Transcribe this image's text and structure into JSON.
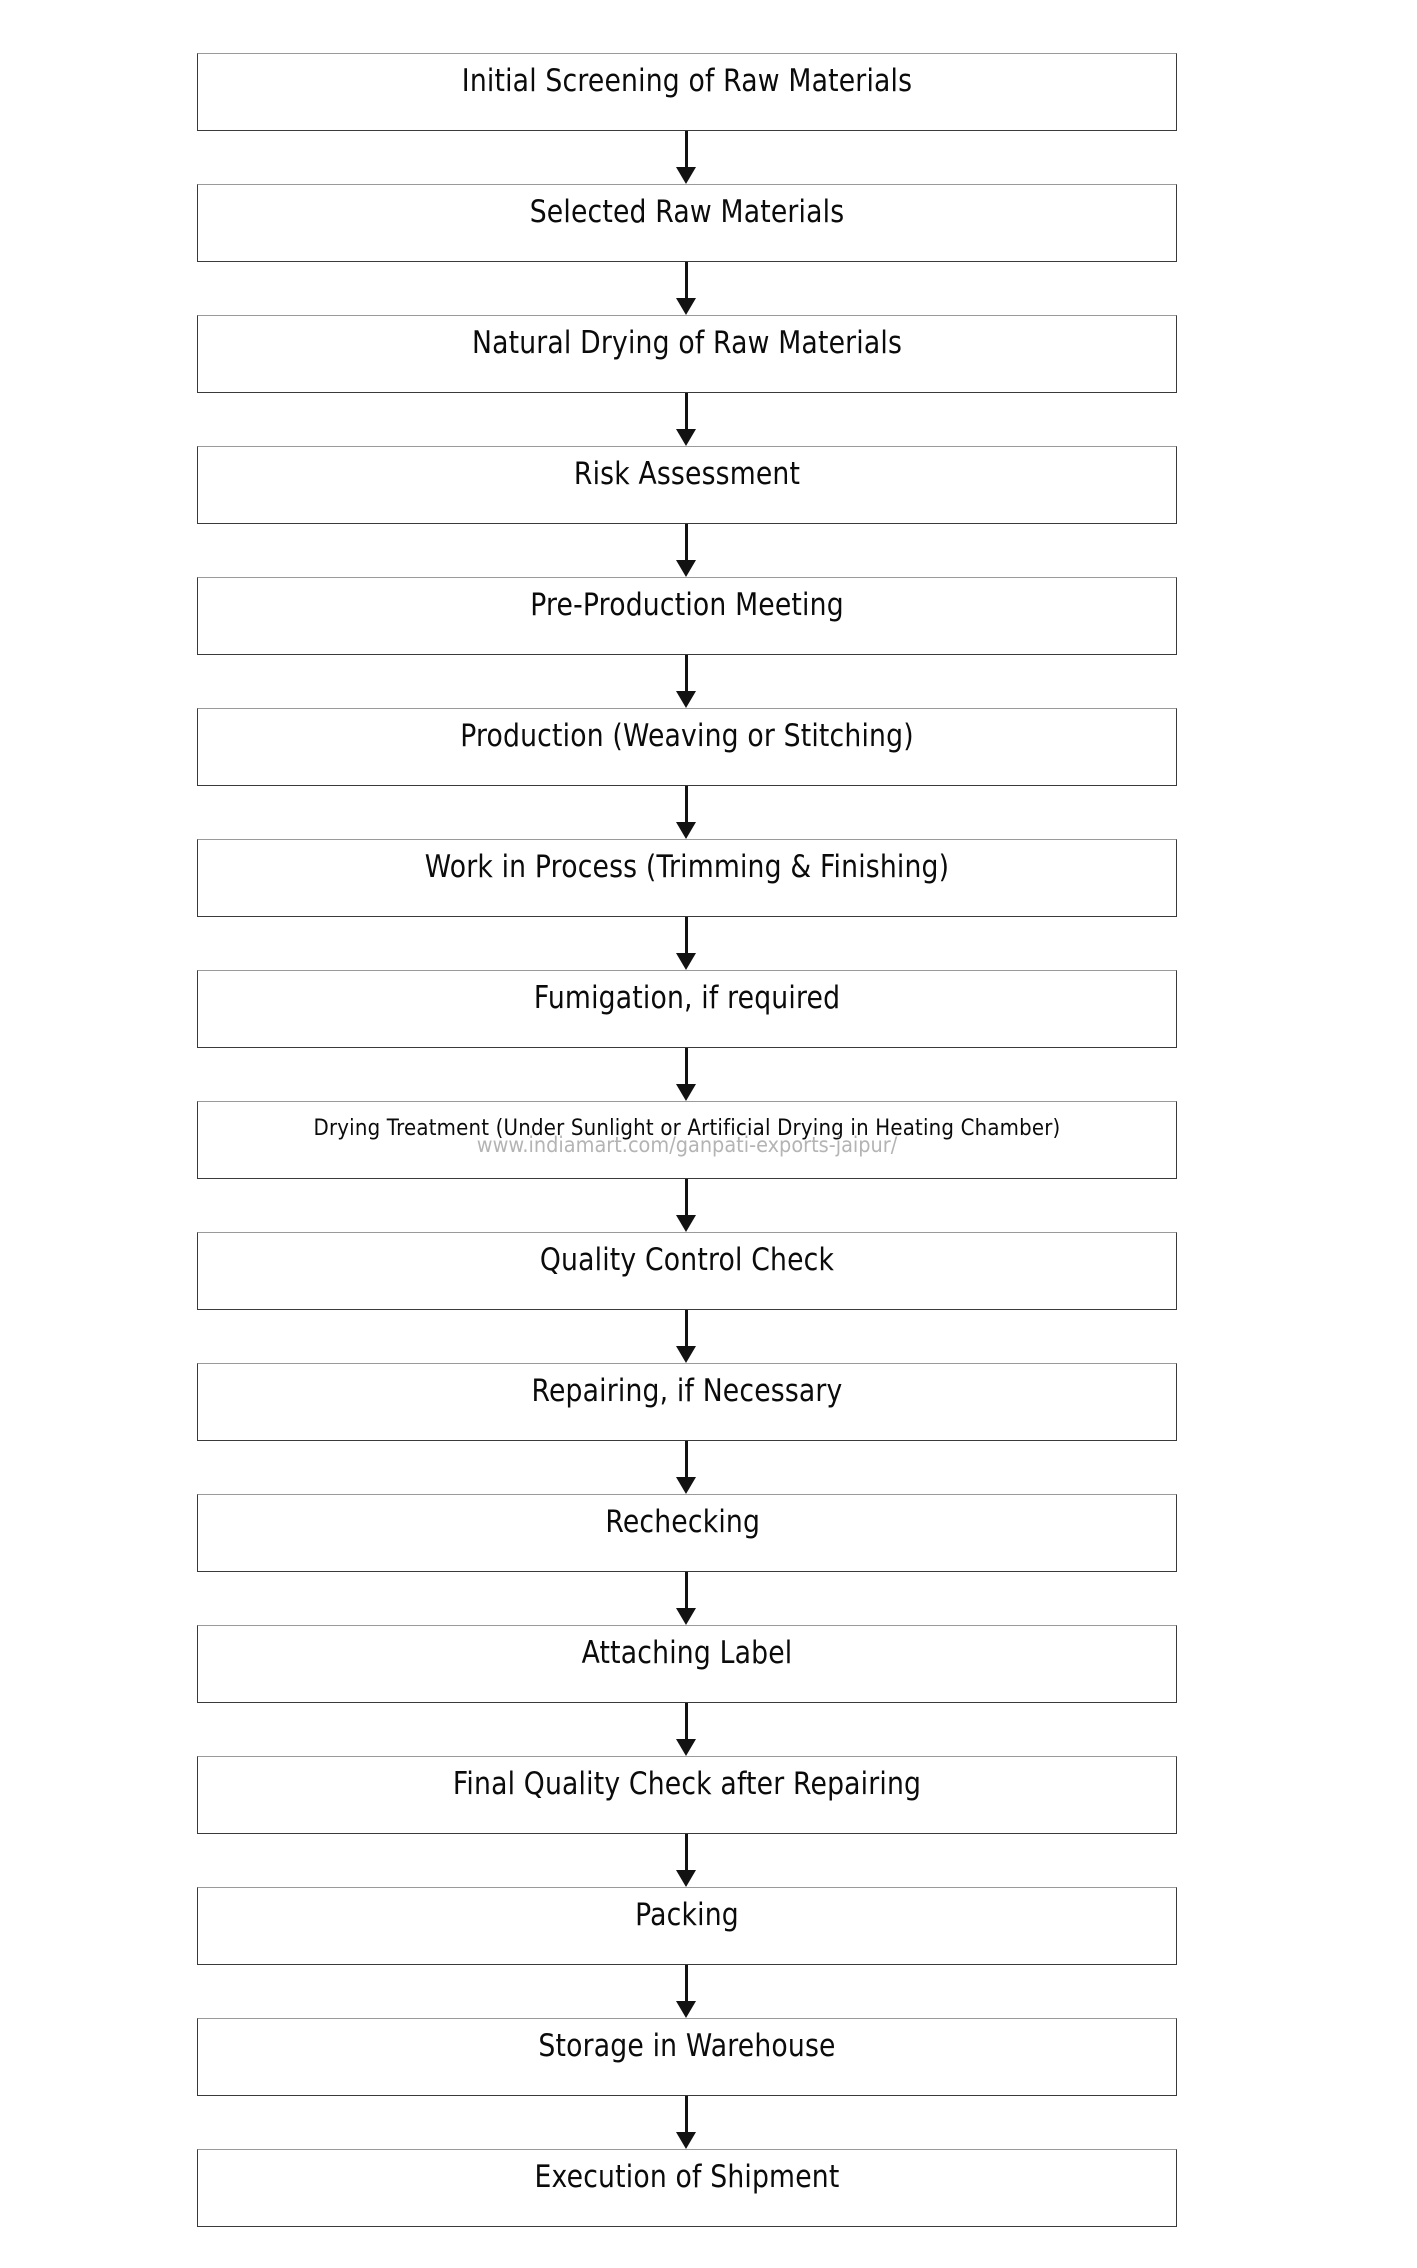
{
  "diagram": {
    "type": "flowchart",
    "orientation": "vertical",
    "title": "Handicraft / Textile Production Process Flow",
    "node_count": 17,
    "connector_count": 16,
    "colors": {
      "box_border": "#3a3a3a",
      "box_border_top": "#9a9a9a",
      "box_fill": "#ffffff",
      "text": "#0b0b0b",
      "arrow": "#121212",
      "watermark": "#b4b4b4",
      "page_background": "#ffffff"
    },
    "nodes": [
      {
        "id": "n1",
        "label": "Initial Screening of Raw Materials"
      },
      {
        "id": "n2",
        "label": "Selected Raw Materials"
      },
      {
        "id": "n3",
        "label": "Natural Drying of Raw Materials"
      },
      {
        "id": "n4",
        "label": "Risk Assessment"
      },
      {
        "id": "n5",
        "label": "Pre-Production Meeting"
      },
      {
        "id": "n6",
        "label": "Production (Weaving or Stitching)"
      },
      {
        "id": "n7",
        "label": "Work in Process (Trimming & Finishing)"
      },
      {
        "id": "n8",
        "label": "Fumigation, if required"
      },
      {
        "id": "n9",
        "label": "Drying Treatment (Under Sunlight or Artificial Drying in Heating Chamber)"
      },
      {
        "id": "n10",
        "label": "Quality Control Check"
      },
      {
        "id": "n11",
        "label": "Repairing, if Necessary"
      },
      {
        "id": "n12",
        "label": "Rechecking"
      },
      {
        "id": "n13",
        "label": "Attaching Label"
      },
      {
        "id": "n14",
        "label": "Final Quality Check after Repairing"
      },
      {
        "id": "n15",
        "label": "Packing"
      },
      {
        "id": "n16",
        "label": "Storage in Warehouse"
      },
      {
        "id": "n17",
        "label": "Execution of Shipment"
      }
    ],
    "edges": [
      {
        "from": "n1",
        "to": "n2",
        "marker": "arrow-down"
      },
      {
        "from": "n2",
        "to": "n3",
        "marker": "arrow-down"
      },
      {
        "from": "n3",
        "to": "n4",
        "marker": "arrow-down"
      },
      {
        "from": "n4",
        "to": "n5",
        "marker": "arrow-down"
      },
      {
        "from": "n5",
        "to": "n6",
        "marker": "arrow-down"
      },
      {
        "from": "n6",
        "to": "n7",
        "marker": "arrow-down"
      },
      {
        "from": "n7",
        "to": "n8",
        "marker": "arrow-down"
      },
      {
        "from": "n8",
        "to": "n9",
        "marker": "arrow-down"
      },
      {
        "from": "n9",
        "to": "n10",
        "marker": "arrow-down"
      },
      {
        "from": "n10",
        "to": "n11",
        "marker": "arrow-down"
      },
      {
        "from": "n11",
        "to": "n12",
        "marker": "arrow-down"
      },
      {
        "from": "n12",
        "to": "n13",
        "marker": "arrow-down"
      },
      {
        "from": "n13",
        "to": "n14",
        "marker": "arrow-down"
      },
      {
        "from": "n14",
        "to": "n15",
        "marker": "arrow-down"
      },
      {
        "from": "n15",
        "to": "n16",
        "marker": "arrow-down"
      },
      {
        "from": "n16",
        "to": "n17",
        "marker": "arrow-down"
      }
    ],
    "watermark": {
      "text": "www.indiamart.com/ganpati-exports-jaipur/",
      "on_node": "n9"
    }
  }
}
